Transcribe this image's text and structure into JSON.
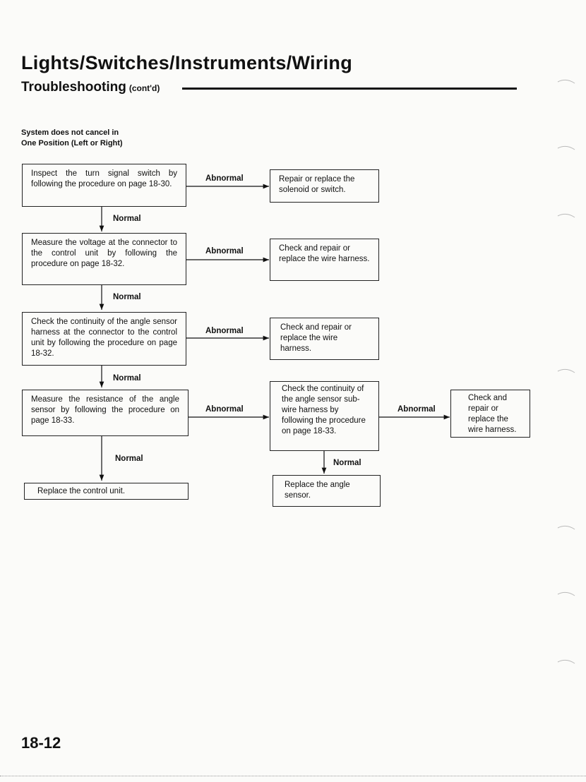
{
  "header": {
    "title": "Lights/Switches/Instruments/Wiring",
    "subtitle": "Troubleshooting",
    "subtitle_suffix": "(cont'd)"
  },
  "system_caption": {
    "line1": "System does not cancel in",
    "line2": "One Position (Left or Right)"
  },
  "steps": [
    {
      "text": "Inspect the turn signal switch by following the procedure on page 18-30."
    },
    {
      "text": "Measure the voltage at the connector to the control unit by following the procedure on page 18-32."
    },
    {
      "text": "Check the continuity of the angle sensor harness at the connector to the control unit by following the procedure on page 18-32."
    },
    {
      "text": "Measure the resistance of the angle sensor by following the procedure on page 18-33."
    },
    {
      "text": "Replace the control unit."
    }
  ],
  "remedies": [
    {
      "text": "Repair or replace the solenoid or switch."
    },
    {
      "text": "Check and repair or replace the wire harness."
    },
    {
      "text": "Check and repair or replace the wire harness."
    },
    {
      "text": "Check the continuity of the angle sensor sub-wire harness by following the procedure on page 18-33."
    },
    {
      "text": "Check and repair or replace the wire harness."
    },
    {
      "text": "Replace the angle sensor."
    }
  ],
  "labels": {
    "normal": "Normal",
    "abnormal": "Abnormal"
  },
  "page_number": "18-12"
}
